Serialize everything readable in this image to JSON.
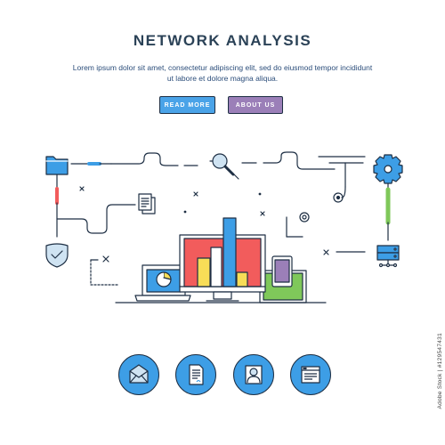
{
  "header": {
    "title": "NETWORK ANALYSIS",
    "description": "Lorem ipsum dolor sit amet, consectetur adipiscing elit, sed do eiusmod tempor incididunt ut labore et dolore magna aliqua."
  },
  "buttons": {
    "read_more": "READ MORE",
    "about_us": "ABOUT US"
  },
  "colors": {
    "outline": "#1e2f44",
    "blue": "#3d9ee6",
    "purple": "#9b7fb8",
    "red": "#f25c5c",
    "green": "#7fc85a",
    "yellow": "#f7dd57",
    "light_blue": "#cfe3f2"
  },
  "illustration": {
    "icons": [
      "folder-icon",
      "document-icon",
      "search-icon",
      "gear-icon",
      "shield-check-icon",
      "server-icon",
      "target-icon",
      "pie-chart-icon",
      "bar-chart-icon"
    ],
    "devices": [
      "laptop",
      "monitor",
      "smartphone",
      "tablet"
    ]
  },
  "bottom_icons": [
    "envelope-icon",
    "document-icon",
    "user-icon",
    "browser-icon"
  ],
  "watermark": "Adobe Stock | #129547431"
}
